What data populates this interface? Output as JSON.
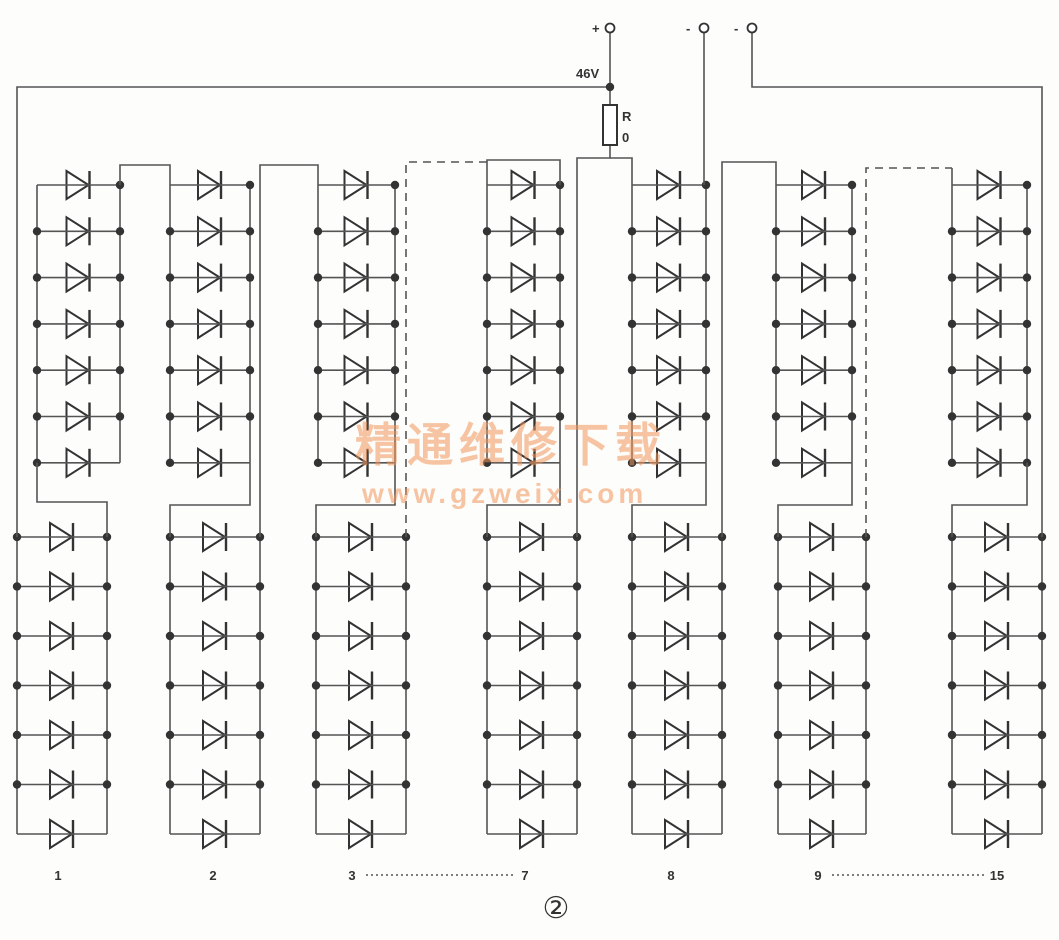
{
  "terminals": {
    "plus": "+",
    "minus1": "-",
    "minus2": "-"
  },
  "voltage_label": "46V",
  "resistor": {
    "label_top": "R",
    "label_bottom": "0"
  },
  "diodes_per_group": 7,
  "column_labels": [
    "1",
    "2",
    "3",
    "7",
    "8",
    "9",
    "15"
  ],
  "figure_number": "②",
  "watermark": {
    "line1": "精通维修下载",
    "line2": "www.gzweix.com"
  }
}
